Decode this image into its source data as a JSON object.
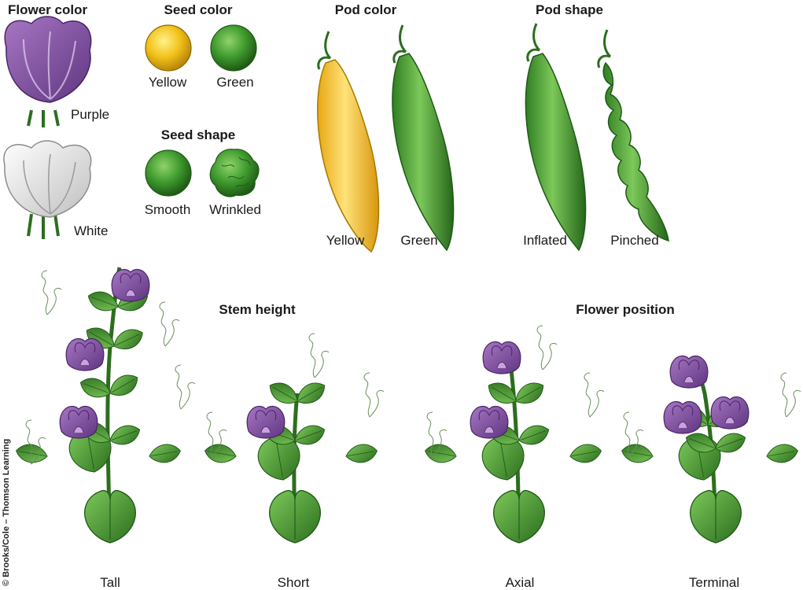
{
  "headings": {
    "flower_color": "Flower color",
    "seed_color": "Seed color",
    "seed_shape": "Seed shape",
    "pod_color": "Pod color",
    "pod_shape": "Pod shape",
    "stem_height": "Stem height",
    "flower_position": "Flower position"
  },
  "labels": {
    "purple": "Purple",
    "white": "White",
    "seed_yellow": "Yellow",
    "seed_green": "Green",
    "smooth": "Smooth",
    "wrinkled": "Wrinkled",
    "pod_yellow": "Yellow",
    "pod_green": "Green",
    "inflated": "Inflated",
    "pinched": "Pinched",
    "tall": "Tall",
    "short": "Short",
    "axial": "Axial",
    "terminal": "Terminal"
  },
  "credit": "© Brooks/Cole – Thomson Learning",
  "colors": {
    "purple_petal": "#8a5aa8",
    "white_petal": "#e6e6e6",
    "seed_yellow": "#f2c21a",
    "green": "#3f9a2e",
    "dark_green": "#2c6e1e",
    "pod_yellow": "#f1c02a"
  }
}
